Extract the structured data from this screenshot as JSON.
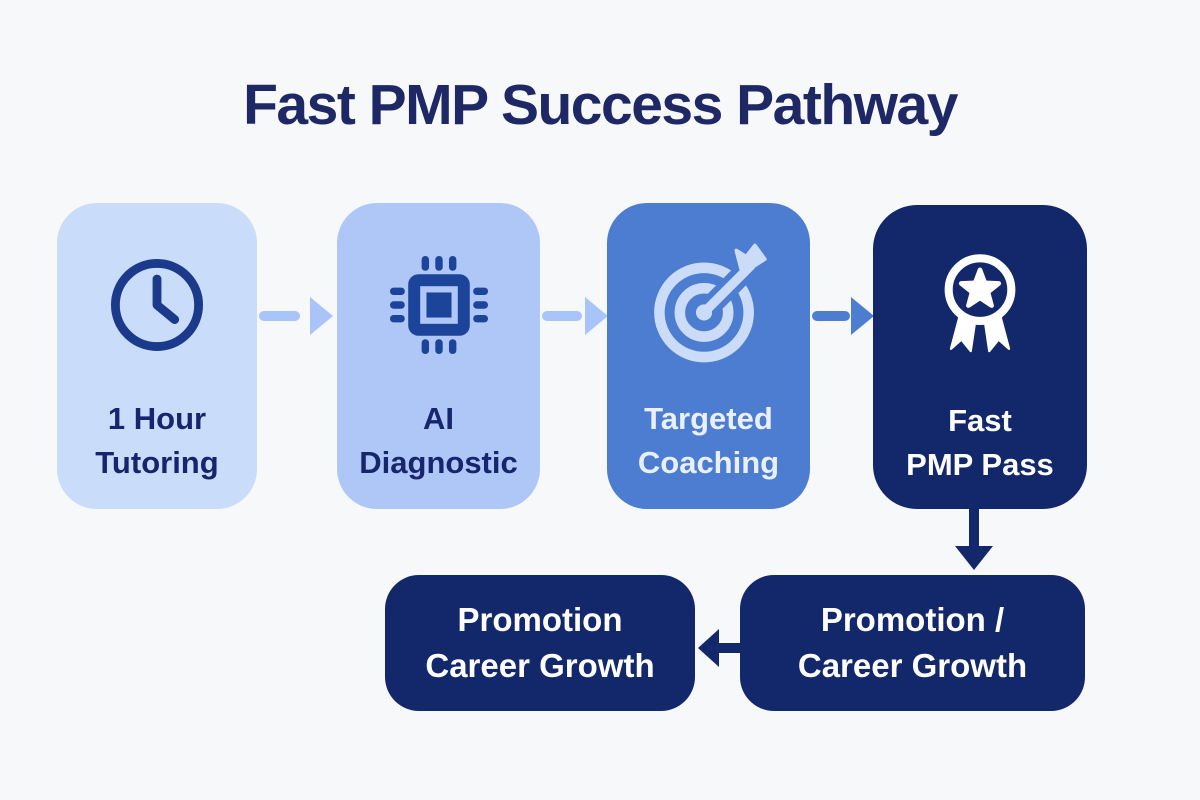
{
  "title": "Fast PMP Success Pathway",
  "colors": {
    "background": "#F7F8FA",
    "title_text": "#1E2864",
    "step1_bg": "#C9DCFA",
    "step2_bg": "#AFC7F7",
    "step3_bg": "#4D7DD1",
    "navy_bg": "#13276B",
    "arrow_light": "#A9C4F8",
    "arrow_medium": "#4D7DD1",
    "arrow_navy": "#13276B",
    "dark_label": "#16256D",
    "tint_label": "#E9F0FC",
    "white_label": "#FFFFFF",
    "clock_icon": "#1B3A8C",
    "chip_icon": "#1C449B",
    "target_icon": "#CBDCF9",
    "award_icon": "#FFFFFF"
  },
  "flow": {
    "steps": [
      {
        "line1": "1 Hour",
        "line2": "Tutoring",
        "icon": "clock-icon"
      },
      {
        "line1": "AI",
        "line2": "Diagnostic",
        "icon": "chip-icon"
      },
      {
        "line1": "Targeted",
        "line2": "Coaching",
        "icon": "target-icon"
      },
      {
        "line1": "Fast",
        "line2": "PMP Pass",
        "icon": "award-icon"
      }
    ],
    "outcomes": [
      {
        "line1": "Promotion",
        "line2": "Career Growth"
      },
      {
        "line1": "Promotion /",
        "line2": "Career Growth"
      }
    ],
    "connectors": [
      {
        "from": "1 Hour Tutoring",
        "to": "AI Diagnostic",
        "direction": "right"
      },
      {
        "from": "AI Diagnostic",
        "to": "Targeted Coaching",
        "direction": "right"
      },
      {
        "from": "Targeted Coaching",
        "to": "Fast PMP Pass",
        "direction": "right"
      },
      {
        "from": "Fast PMP Pass",
        "to": "Promotion / Career Growth",
        "direction": "down"
      },
      {
        "from": "Promotion / Career Growth",
        "to": "Promotion Career Growth",
        "direction": "left"
      }
    ]
  }
}
